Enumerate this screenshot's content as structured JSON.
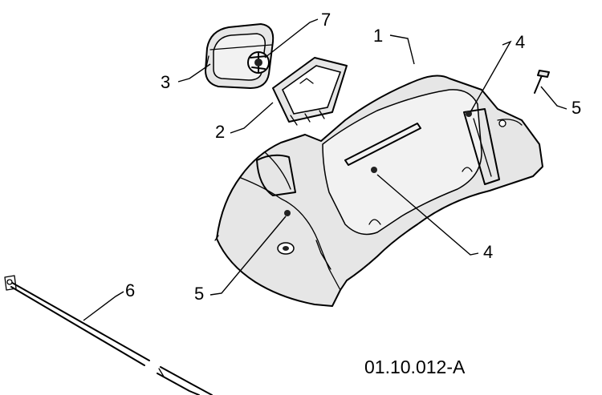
{
  "diagram": {
    "reference_code": "01.10.012-A",
    "callouts": [
      {
        "id": "callout-1",
        "label": "1"
      },
      {
        "id": "callout-2",
        "label": "2"
      },
      {
        "id": "callout-3",
        "label": "3"
      },
      {
        "id": "callout-4-top",
        "label": "4"
      },
      {
        "id": "callout-4-mid",
        "label": "4"
      },
      {
        "id": "callout-5-right",
        "label": "5"
      },
      {
        "id": "callout-5-left",
        "label": "5"
      },
      {
        "id": "callout-6",
        "label": "6"
      },
      {
        "id": "callout-7",
        "label": "7"
      }
    ]
  }
}
